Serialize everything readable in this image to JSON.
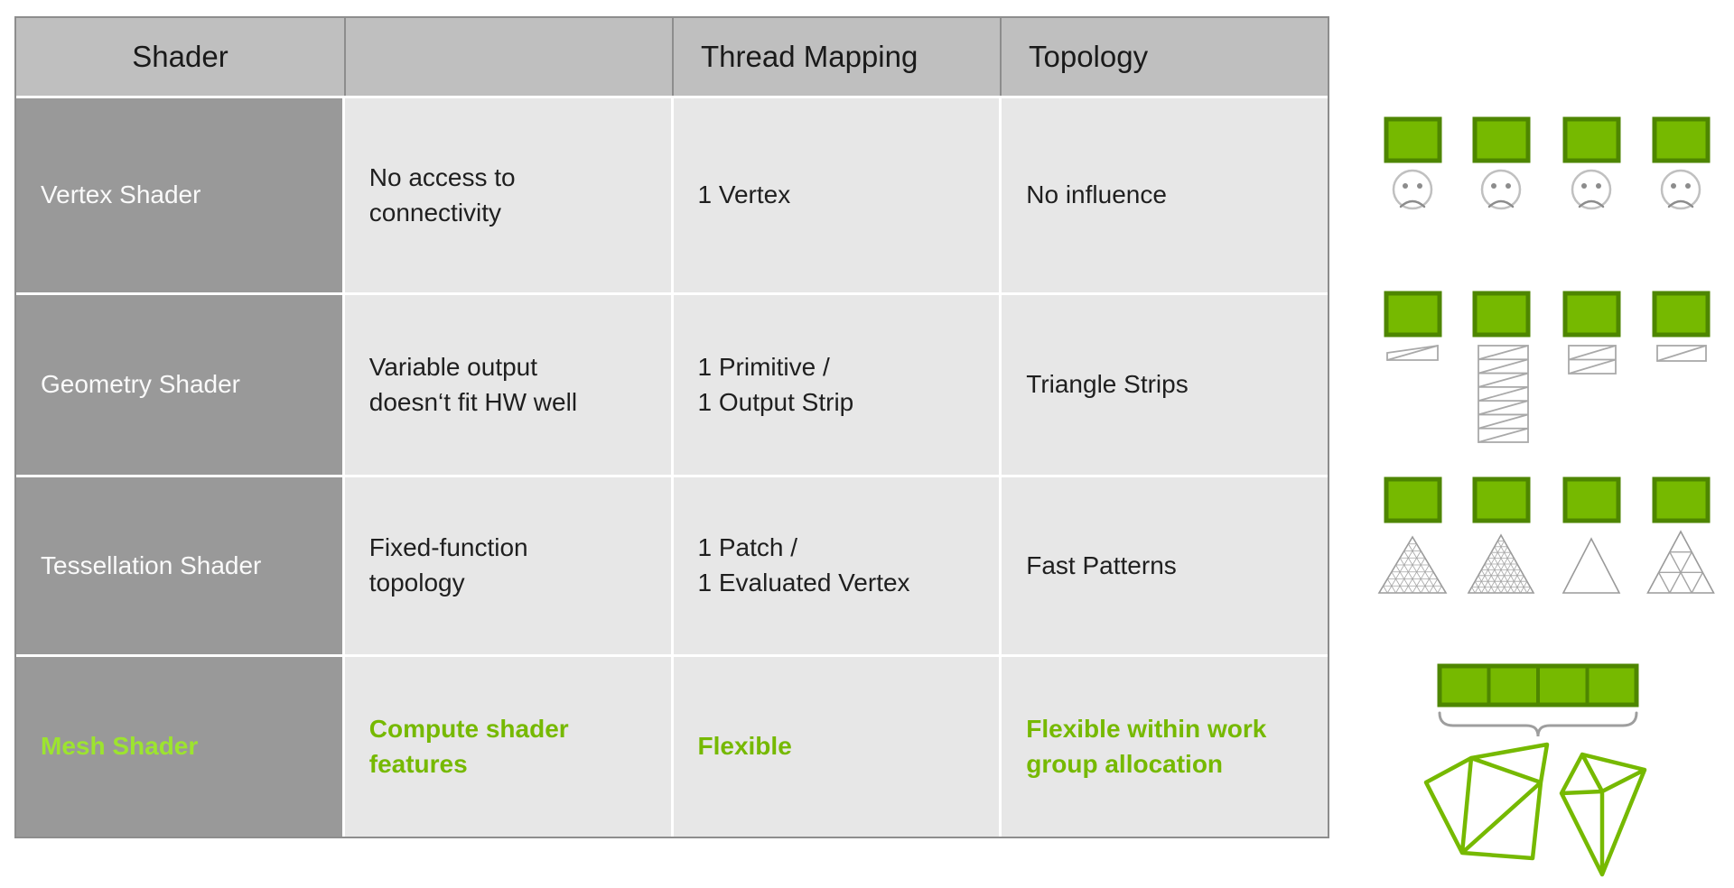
{
  "slide": {
    "table": {
      "headers": [
        "Shader",
        "",
        "Thread Mapping",
        "Topology"
      ],
      "rows": [
        {
          "shader": "Vertex Shader",
          "limitation": "No access to\nconnectivity",
          "thread_mapping": "1 Vertex",
          "topology": "No influence"
        },
        {
          "shader": "Geometry Shader",
          "limitation": "Variable output\ndoesn‘t fit HW well",
          "thread_mapping": "1 Primitive /\n1 Output Strip",
          "topology": "Triangle Strips"
        },
        {
          "shader": "Tessellation Shader",
          "limitation": "Fixed-function\ntopology",
          "thread_mapping": "1 Patch /\n1 Evaluated Vertex",
          "topology": "Fast Patterns"
        },
        {
          "shader": "Mesh Shader",
          "limitation": "Compute shader\nfeatures",
          "thread_mapping": "Flexible",
          "topology": "Flexible within work\ngroup allocation"
        }
      ]
    },
    "side_panel": {
      "rows": [
        {
          "name": "vertex-shader-illustration",
          "thread_boxes": 4,
          "icons": [
            "sad-face-icon",
            "sad-face-icon",
            "sad-face-icon",
            "sad-face-icon"
          ]
        },
        {
          "name": "geometry-shader-illustration",
          "thread_boxes": 4,
          "output_strip_rows": [
            1,
            7,
            2,
            1
          ]
        },
        {
          "name": "tessellation-shader-illustration",
          "thread_boxes": 4,
          "triangle_subdivisions": [
            8,
            10,
            1,
            3
          ]
        },
        {
          "name": "mesh-shader-illustration",
          "bar_segments": 4,
          "meshlets": 2
        }
      ]
    },
    "colors": {
      "nvidia_green": "#76b900",
      "bright_green": "#9de42f",
      "green_border": "#4e8600",
      "header_bg": "#bfbfbf",
      "label_col_bg": "#999999",
      "cell_bg": "#e7e7e7",
      "icon_gray": "#a9a9a9",
      "text_dark": "#1f1f1f",
      "text_light": "#fafafa"
    }
  }
}
